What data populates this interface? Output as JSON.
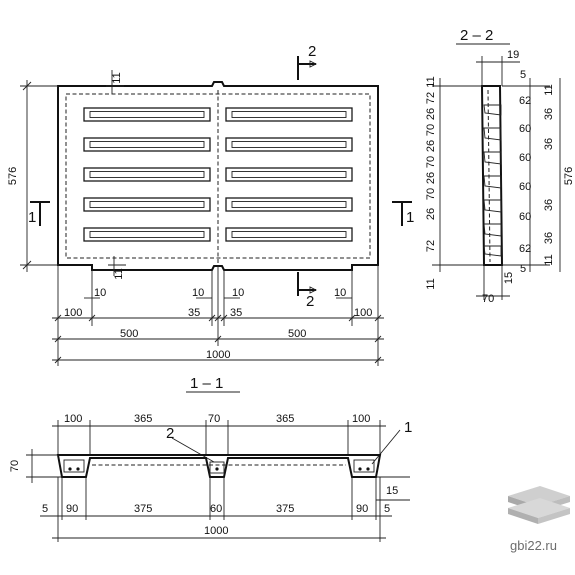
{
  "plan": {
    "length": "1000",
    "half_left": "500",
    "half_right": "500",
    "height": "576",
    "rib_top": "11",
    "rib_bottom": "11",
    "edge_left": "100",
    "edge_right": "100",
    "offset_l": "35",
    "offset_r": "35",
    "gap_l1": "10",
    "gap_l2": "10",
    "gap_r1": "10",
    "gap_r2": "10",
    "cut_left": "1",
    "cut_right": "1",
    "cut_top": "2",
    "cut_bottom": "2"
  },
  "section_22": {
    "title": "2 – 2",
    "top_width": "19",
    "top_offset": "5",
    "total_height": "576",
    "bottom_width": "70",
    "bottom_offset": "15",
    "left_dims": [
      "11",
      "72",
      "26",
      "70",
      "26",
      "70",
      "26",
      "70",
      "26",
      "72",
      "11"
    ],
    "right_inner": [
      "11",
      "62",
      "60",
      "60",
      "60",
      "60",
      "62",
      "11"
    ],
    "right_outer": [
      "36",
      "36",
      "36",
      "36"
    ],
    "right_top": "5",
    "right_bottom": "5"
  },
  "section_11": {
    "title": "1 – 1",
    "top": [
      "100",
      "365",
      "70",
      "365",
      "100"
    ],
    "bottom": [
      "5",
      "90",
      "375",
      "60",
      "375",
      "90",
      "5"
    ],
    "height": "70",
    "total": "1000",
    "step": "15",
    "callout_1": "1",
    "callout_2": "2"
  },
  "watermark": {
    "text": "gbi22.ru"
  }
}
